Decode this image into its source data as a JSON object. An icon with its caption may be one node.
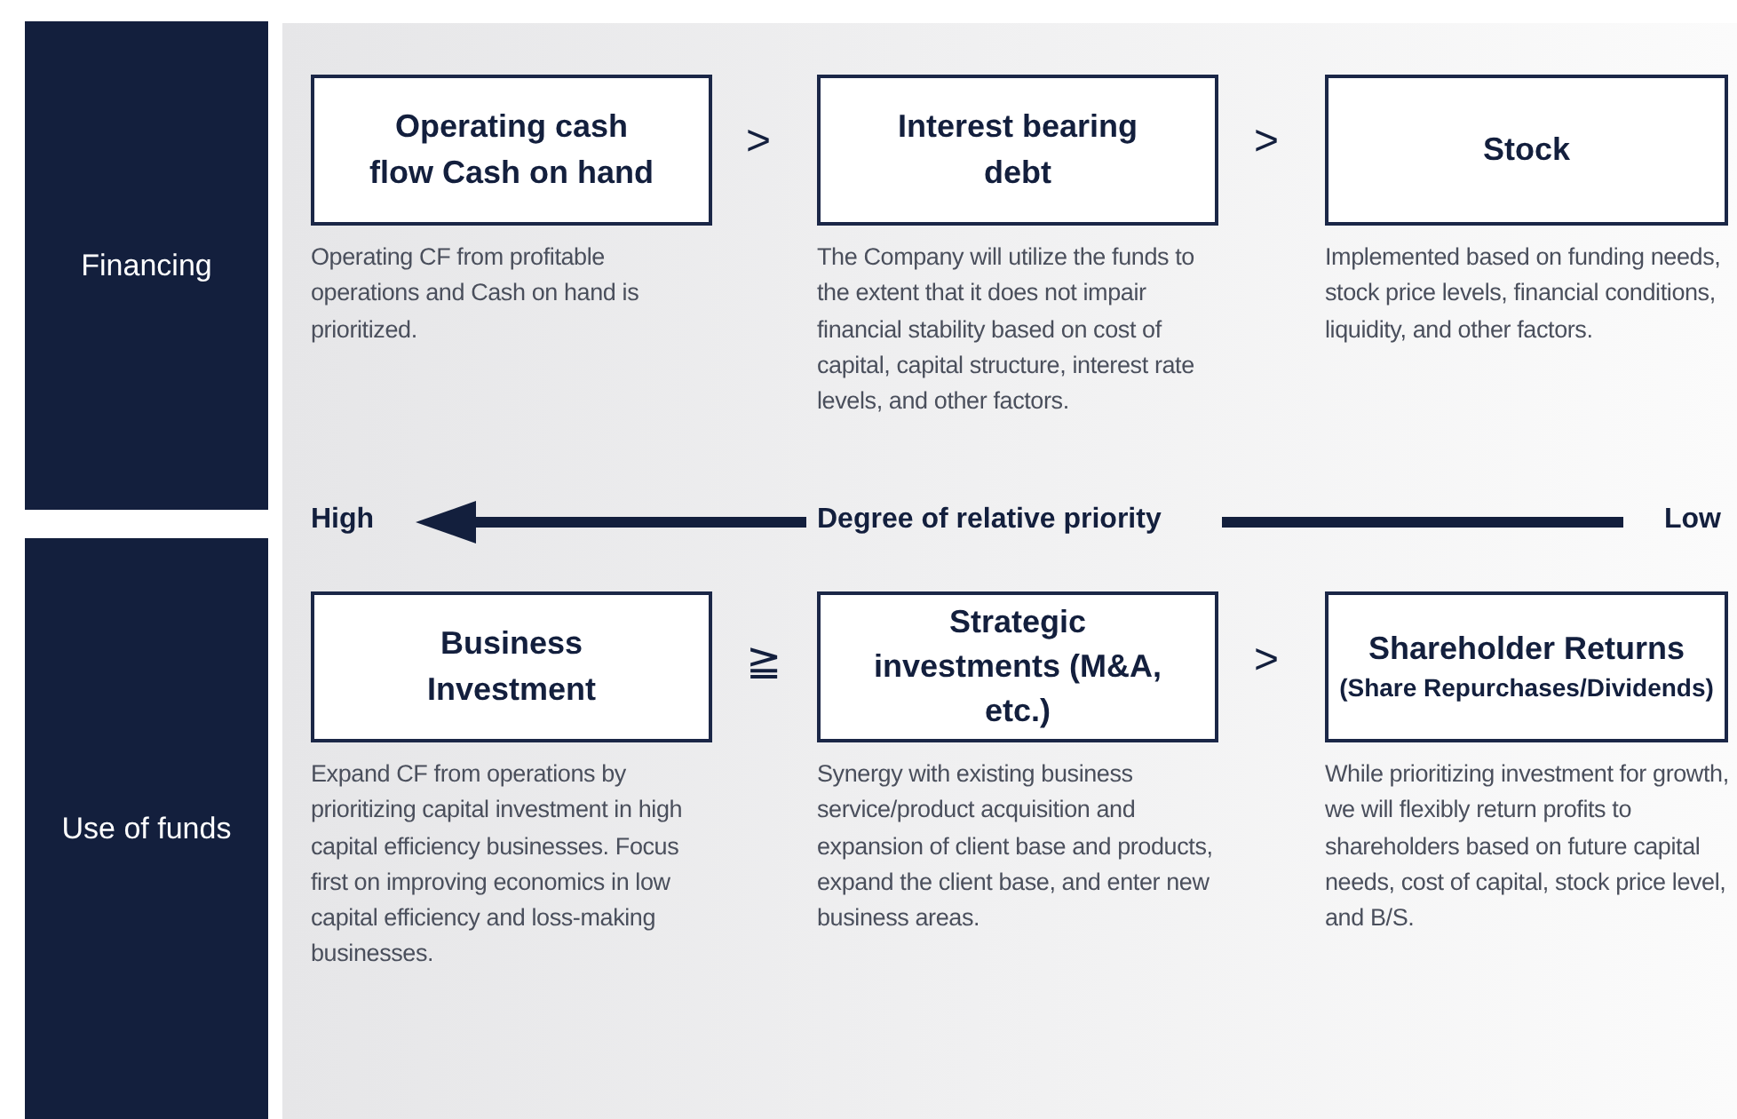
{
  "diagram": {
    "nodes": [
      {
        "text": [
          "Financing"
        ]
      },
      {
        "text": [
          "Use of funds"
        ]
      },
      {
        "text": [
          "Operating cash flow Cash on hand"
        ],
        "beside": [
          "Operating CF from profitable operations and Cash on hand is prioritized."
        ]
      },
      {
        "text": [
          "Interest bearing debt"
        ],
        "beside": [
          "The Company will utilize the funds to the extent that it does not impair financial stability based on cost of capital, capital structure, interest rate levels, and other factors."
        ]
      },
      {
        "text": [
          "Stock"
        ],
        "beside": [
          "Implemented based on funding needs, stock price levels, financial conditions, liquidity, and other factors."
        ]
      },
      {
        "text": [
          "Business Investment"
        ],
        "beside": [
          "Expand CF from operations by prioritizing capital investment in high capital efficiency businesses. Focus first on improving economics in low capital efficiency and loss-making businesses."
        ]
      },
      {
        "text": [
          "Strategic investments (M&A, etc.)"
        ],
        "beside": [
          "Synergy with existing business service/product acquisition and expansion of client base and products, expand the client base, and enter new business areas."
        ]
      },
      {
        "text": [
          "Shareholder Returns",
          "(Share Repurchases/Dividends)"
        ],
        "beside": [
          "While prioritizing investment for growth, we will flexibly return profits to shareholders based on future capital needs, cost of capital, stock price level, and B/S."
        ]
      }
    ],
    "labels": [
      ">",
      ">",
      "High",
      "Degree of relative priority",
      "Low",
      "≧",
      ">"
    ]
  }
}
